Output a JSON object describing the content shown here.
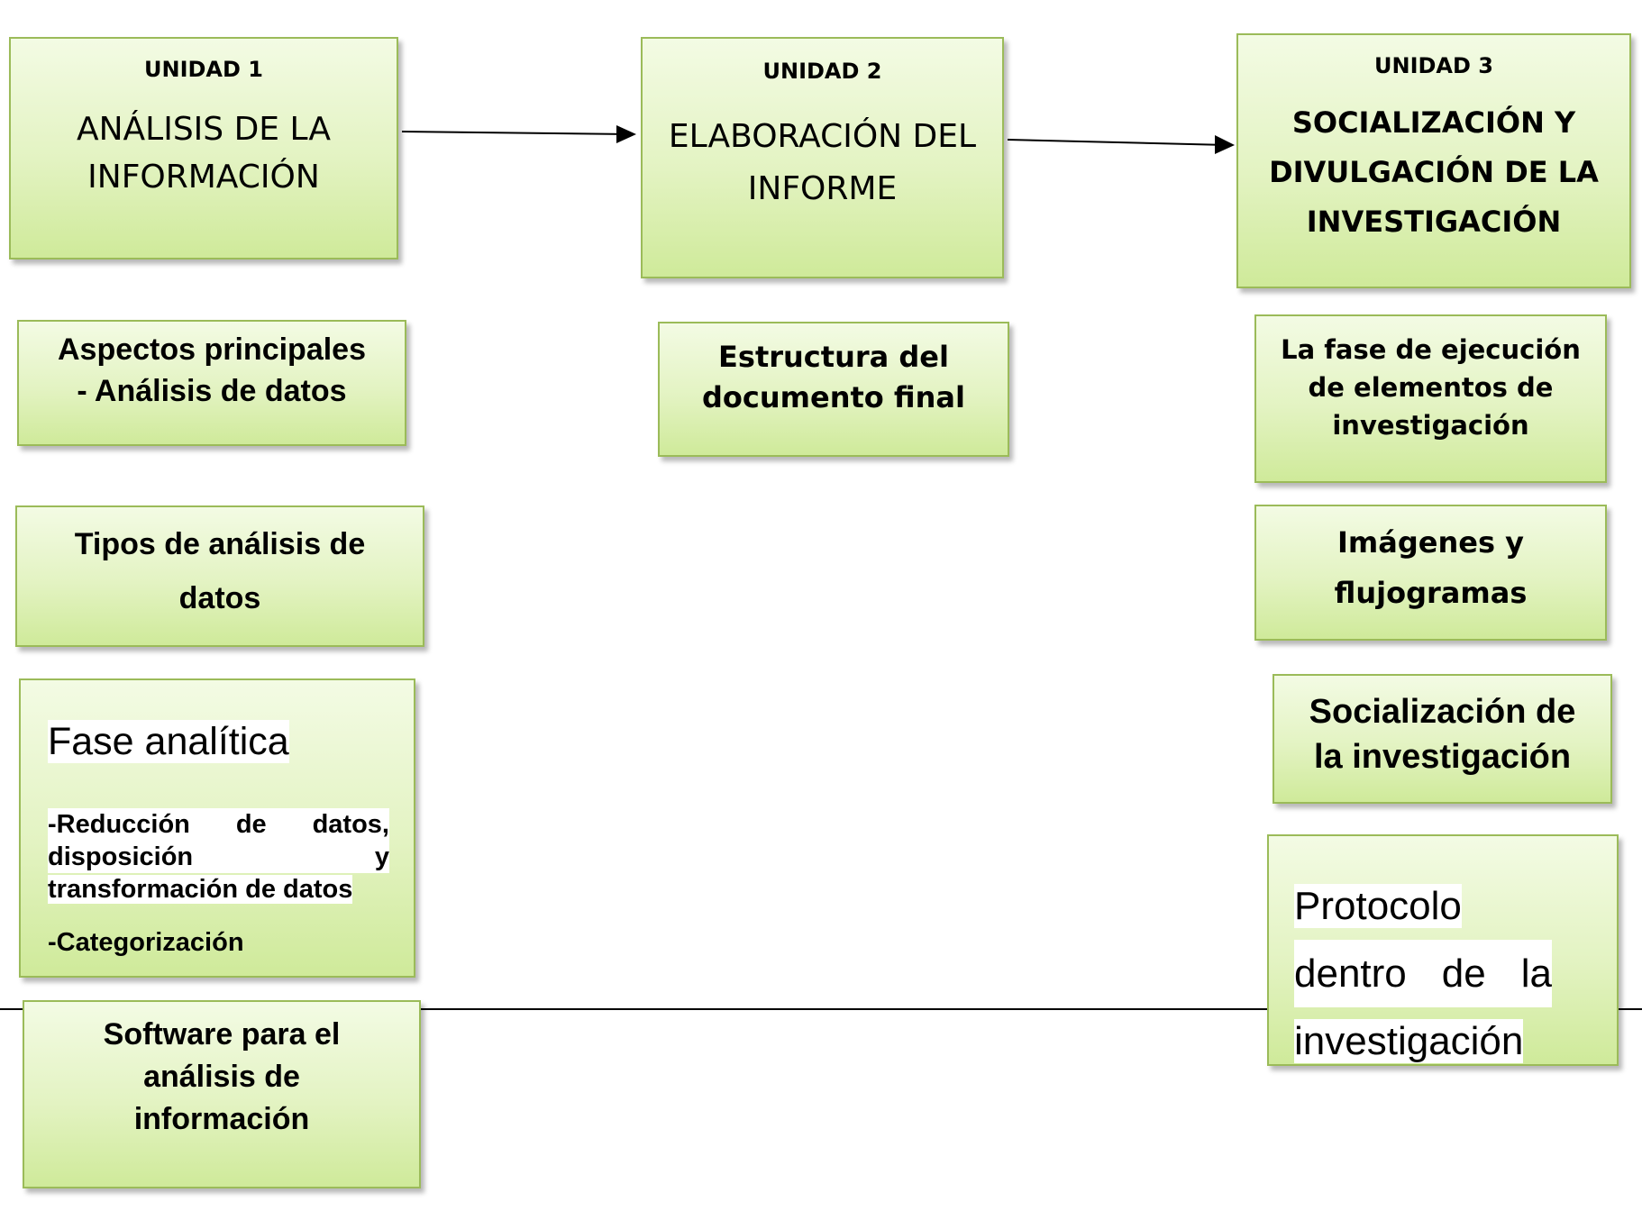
{
  "units": [
    {
      "header": "UNIDAD 1",
      "title_lines": [
        "ANÁLISIS DE LA",
        "INFORMACIÓN"
      ]
    },
    {
      "header": "UNIDAD 2",
      "title_lines": [
        "ELABORACIÓN DEL",
        "INFORME"
      ]
    },
    {
      "header": "UNIDAD 3",
      "title_lines": [
        "SOCIALIZACIÓN Y",
        "DIVULGACIÓN DE LA",
        "INVESTIGACIÓN"
      ]
    }
  ],
  "unit1_topics": {
    "aspectos": [
      "Aspectos principales",
      "- Análisis de datos"
    ],
    "tipos": [
      "Tipos de análisis de",
      "datos"
    ],
    "fase": {
      "title": "Fase analítica",
      "line1_words": [
        "-Reducción",
        "de",
        "datos,"
      ],
      "line2_words": [
        "disposición",
        "y"
      ],
      "line3": "transformación de datos",
      "line4": "-Categorización"
    },
    "software": [
      "Software para el",
      "análisis de",
      "información"
    ]
  },
  "unit2_topics": {
    "estructura": [
      "Estructura del",
      "documento final"
    ]
  },
  "unit3_topics": {
    "fase_ejecucion": [
      "La fase de ejecución",
      "de elementos de",
      "investigación"
    ],
    "imagenes": [
      "Imágenes y",
      "flujogramas"
    ],
    "socializacion": [
      "Socialización de",
      "la investigación"
    ],
    "protocolo": {
      "line1": "Protocolo",
      "line2_words": [
        "dentro",
        "de",
        "la"
      ],
      "line3": "investigación"
    }
  },
  "colors": {
    "box_border": "#9bbb59",
    "box_fill_top": "#f3fbe4",
    "box_fill_bottom": "#cfea9a",
    "arrow": "#000000"
  }
}
